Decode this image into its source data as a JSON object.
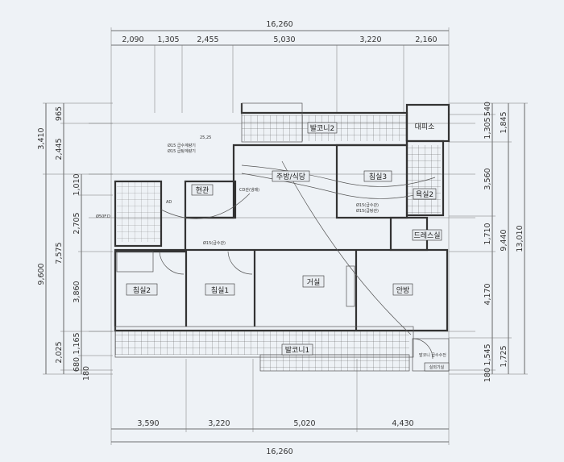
{
  "dimensions": {
    "top_total": "16,260",
    "top": [
      "2,090",
      "1,305",
      "2,455",
      "5,030",
      "3,220",
      "2,160"
    ],
    "bottom": [
      "3,590",
      "3,220",
      "5,020",
      "4,430"
    ],
    "bottom_total": "16,260",
    "left_outer": [
      "3,410",
      "9,600"
    ],
    "left_mid": [
      "965",
      "2,445",
      "7,575",
      "2,025",
      "680"
    ],
    "left_inner": [
      "1,010",
      "2,705",
      "3,860",
      "1,165",
      "180"
    ],
    "right_inner": [
      "540",
      "1,305",
      "3,560",
      "1,710",
      "4,170",
      "1,545",
      "180"
    ],
    "right_mid": [
      "1,845",
      "9,440",
      "1,725"
    ],
    "right_outer": "13,010"
  },
  "rooms": {
    "bedroom2": "침실2",
    "bedroom1": "침실1",
    "living": "거실",
    "master": "안방",
    "balcony1": "발코니1",
    "balcony2": "발코니2",
    "entrance": "현관",
    "kitchen": "주방/식당",
    "bedroom3": "침실3",
    "bath2": "욕실2",
    "dressroom": "드레스실",
    "shelter": "대피소",
    "outdoor_unit": "실외기실"
  },
  "notes": {
    "n1": "25,25",
    "n2": "Ø15 급수계량기",
    "n3": "Ø15 급탕계량기",
    "n4": "CD관(냉매)",
    "n5": "Ø15(급수관)",
    "n6": "Ø15(급탕관)",
    "n7": "Ø50F.D",
    "n8": "Ø15(급수관)",
    "n9": "AD",
    "n10": "발코니 급수수전"
  }
}
